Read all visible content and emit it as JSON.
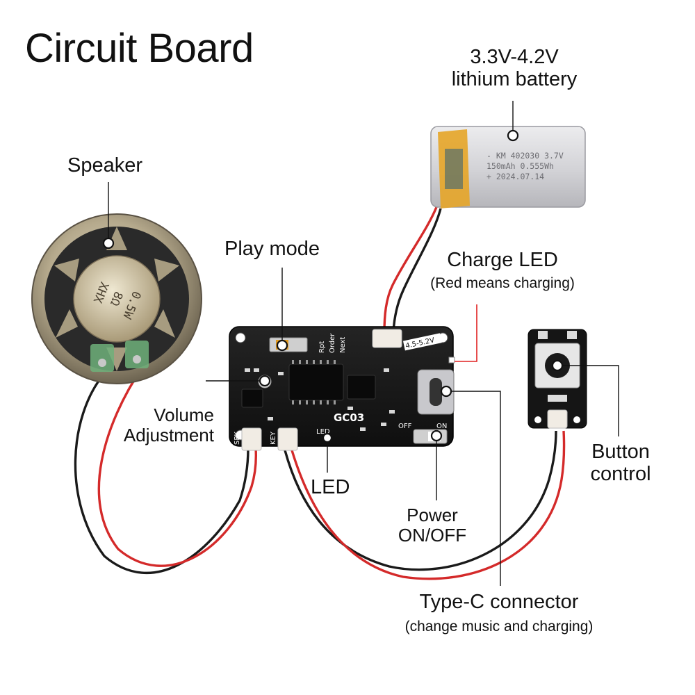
{
  "title": "Circuit Board",
  "board_model": "GC03",
  "labels": {
    "battery": {
      "line1": "3.3V-4.2V",
      "line2": "lithium battery"
    },
    "speaker": "Speaker",
    "play_mode": "Play mode",
    "charge_led": {
      "title": "Charge LED",
      "note": "(Red means charging)"
    },
    "volume": {
      "line1": "Volume",
      "line2": "Adjustment"
    },
    "led": "LED",
    "power": {
      "line1": "Power",
      "line2": "ON/OFF"
    },
    "button_control": {
      "line1": "Button",
      "line2": "control"
    },
    "type_c": {
      "title": "Type-C connector",
      "note": "(change music and charging)"
    }
  },
  "silkscreen": {
    "rpt": "Rpt",
    "order": "Order",
    "next": "Next",
    "spk": "SPK",
    "key": "KEY",
    "led": "LED",
    "off": "OFF",
    "on": "ON",
    "voltage": "4.5-5.2V"
  },
  "battery_print": {
    "line1": "- KM 402030 3.7V",
    "line2": "150mAh 0.555Wh",
    "line3": "+ 2024.07.14"
  },
  "speaker_print": {
    "line1": "0.5W",
    "line2": "8Ω",
    "line3": "XHX"
  },
  "colors": {
    "board": "#151515",
    "wire_red": "#d42a2a",
    "wire_black": "#1a1a1a",
    "callout_red": "#e02020",
    "battery": "#d6d6d8",
    "battery_tape": "#e6a528"
  }
}
